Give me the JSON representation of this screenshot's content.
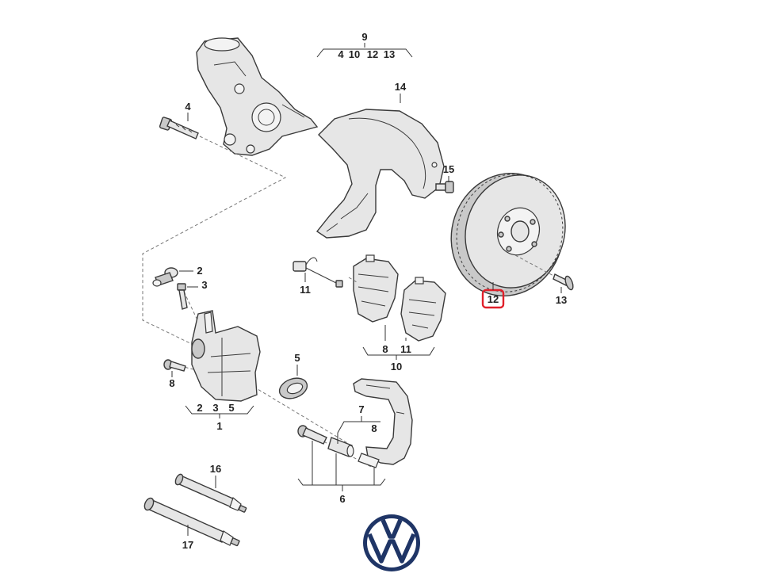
{
  "callouts": {
    "c9": "9",
    "c9_sub_4": "4",
    "c9_sub_10": "10",
    "c9_sub_12": "12",
    "c9_sub_13": "13",
    "c14": "14",
    "c4": "4",
    "c15": "15",
    "c2": "2",
    "c3": "3",
    "c11a": "11",
    "c12": "12",
    "c13": "13",
    "c8a": "8",
    "c11b": "11",
    "c10": "10",
    "c8b": "8",
    "c5": "5",
    "c1_sub_2": "2",
    "c1_sub_3": "3",
    "c1_sub_5": "5",
    "c1": "1",
    "c7": "7",
    "c7_sub_8": "8",
    "c6": "6",
    "c16": "16",
    "c17": "17"
  },
  "highlighted_part": "12",
  "colors": {
    "highlight": "#e0202a",
    "logo": "#1f3566"
  },
  "logo": {
    "name": "vw-logo"
  }
}
